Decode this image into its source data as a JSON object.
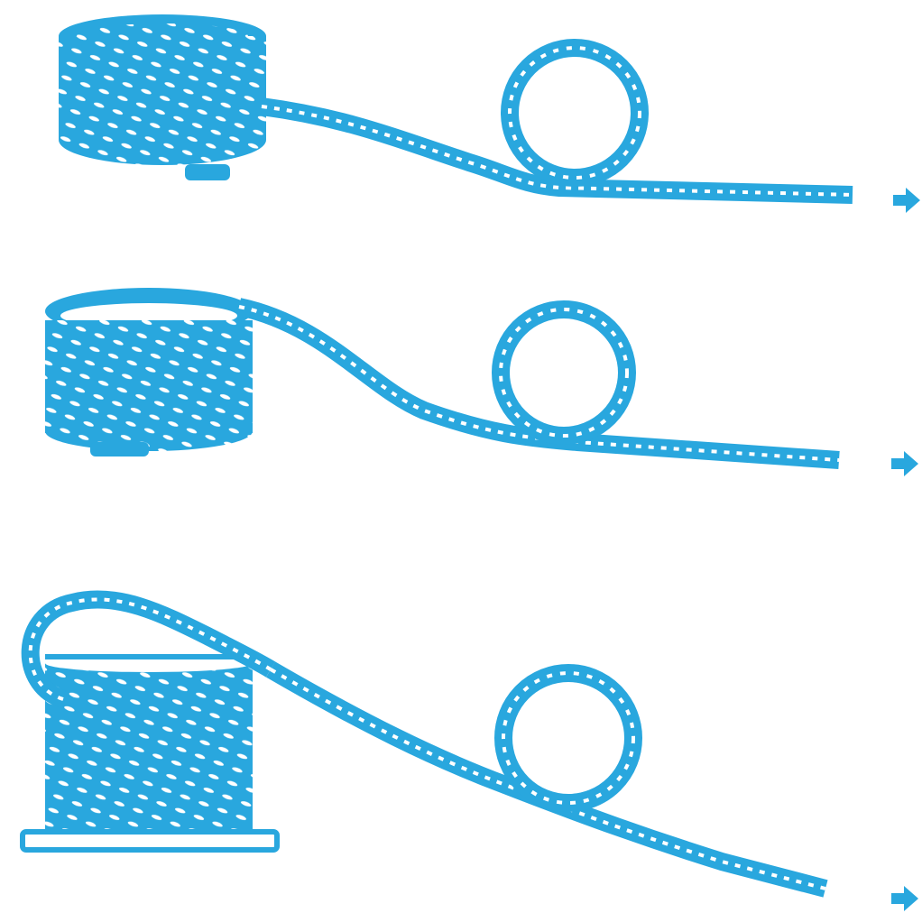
{
  "colors": {
    "rope": "#29a7de",
    "rope_highlight": "#ffffff",
    "background": "#ffffff"
  },
  "figures": [
    {
      "id": "coil-flat",
      "coil_type": "short-coil",
      "arrow_icon": "arrow-right-icon"
    },
    {
      "id": "coil-tall",
      "coil_type": "medium-coil",
      "arrow_icon": "arrow-right-icon"
    },
    {
      "id": "coil-on-spool",
      "coil_type": "spool-with-overhand-loop",
      "arrow_icon": "arrow-right-icon"
    }
  ]
}
